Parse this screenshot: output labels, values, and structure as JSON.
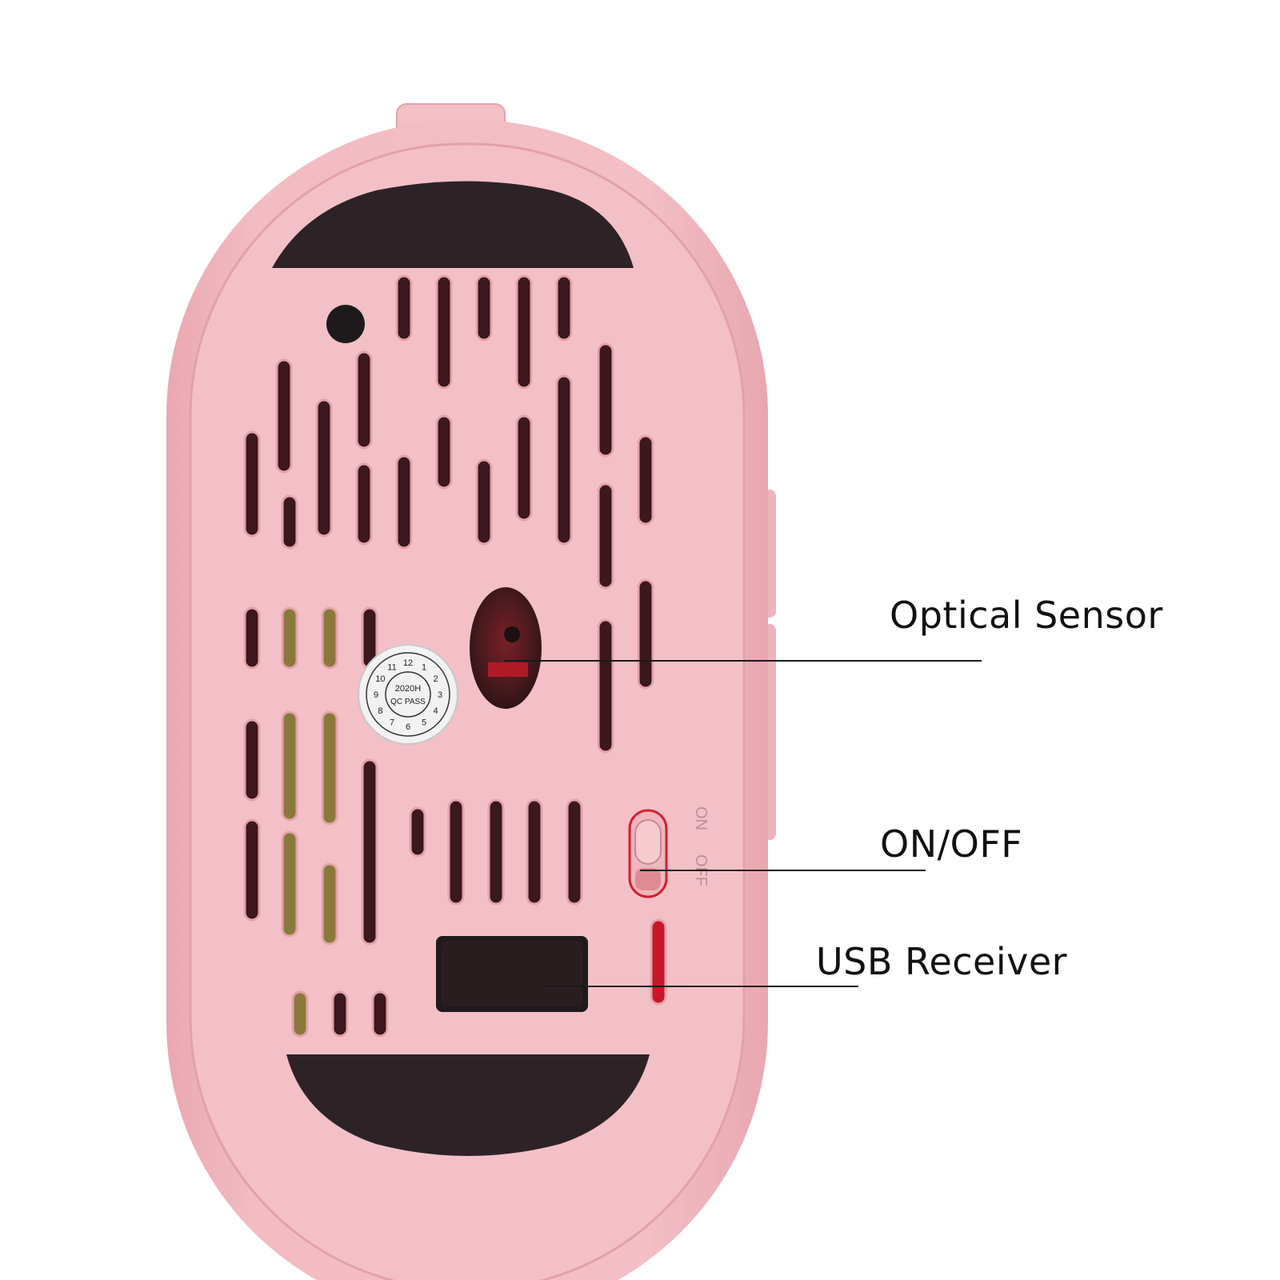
{
  "callouts": {
    "optical_sensor": "Optical Sensor",
    "on_off": "ON/OFF",
    "usb_receiver": "USB Receiver"
  },
  "switch_markings": {
    "on": "ON",
    "off": "OFF"
  },
  "qc_sticker": {
    "center_text": "2020H",
    "pass_text": "QC PASS",
    "numbers": [
      "1",
      "2",
      "3",
      "4",
      "5",
      "6",
      "7",
      "8",
      "9",
      "10",
      "11",
      "12"
    ]
  },
  "colors": {
    "body": "#f2b8bf",
    "rim": "#eea7b0",
    "shadow": "#d6939b",
    "pad": "#2c2427",
    "slot": "#3a1a1f",
    "accent_red": "#d0202e"
  }
}
